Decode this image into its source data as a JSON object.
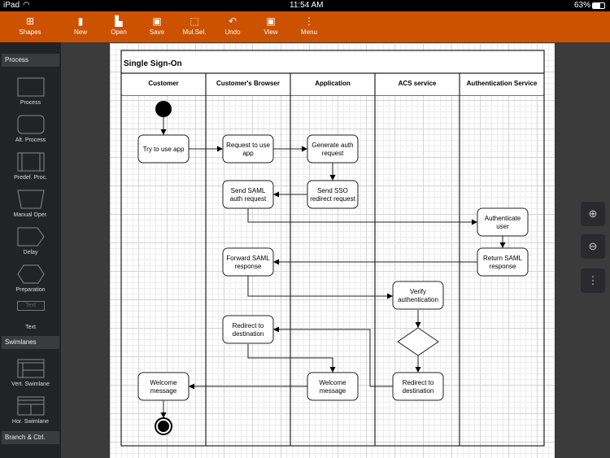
{
  "status": {
    "device": "iPad",
    "time": "11:54 AM",
    "battery": "63%"
  },
  "toolbar": {
    "items": [
      {
        "label": "Shapes",
        "icon": "grid-icon"
      },
      {
        "label": "New",
        "icon": "file-icon"
      },
      {
        "label": "Open",
        "icon": "folder-open-icon"
      },
      {
        "label": "Save",
        "icon": "save-icon"
      },
      {
        "label": "Mul.Sel.",
        "icon": "multi-select-icon"
      },
      {
        "label": "Undo",
        "icon": "undo-icon"
      },
      {
        "label": "View",
        "icon": "view-icon"
      },
      {
        "label": "Menu",
        "icon": "more-vertical-icon"
      }
    ]
  },
  "sidebar": {
    "sections": [
      "Process",
      "Swimlanes",
      "Branch & Ctrl."
    ],
    "items": [
      "Process",
      "Alt. Process",
      "Predef. Proc.",
      "Manual Oper.",
      "Delay",
      "Preparation",
      "Text",
      "Vert. Swimlane",
      "Hor. Swimlane"
    ],
    "text_shape_label": "Text"
  },
  "diagram": {
    "title": "Single Sign-On",
    "lanes": [
      "Customer",
      "Customer's Browser",
      "Application",
      "ACS service",
      "Authentication Service"
    ],
    "nodes": {
      "try": [
        "Try to use app"
      ],
      "request": [
        "Request to use",
        "app"
      ],
      "generate": [
        "Generate auth",
        "request"
      ],
      "sso": [
        "Send SSO",
        "redirect request"
      ],
      "saml": [
        "Send SAML",
        "auth request"
      ],
      "authenticate": [
        "Authenticate",
        "user"
      ],
      "return": [
        "Return SAML",
        "response"
      ],
      "forward": [
        "Forward SAML",
        "response"
      ],
      "verify": [
        "Verify",
        "authentication"
      ],
      "redirect_acs": [
        "Redirect to",
        "destination"
      ],
      "redirect_browser": [
        "Redirect to",
        "destination"
      ],
      "welcome_app": [
        "Welcome",
        "message"
      ],
      "welcome_customer": [
        "Welcome",
        "message"
      ]
    }
  },
  "zoom_controls": {
    "zoom_in": "zoom-in-icon",
    "zoom_out": "zoom-out-icon",
    "more": "more-vertical-icon"
  }
}
